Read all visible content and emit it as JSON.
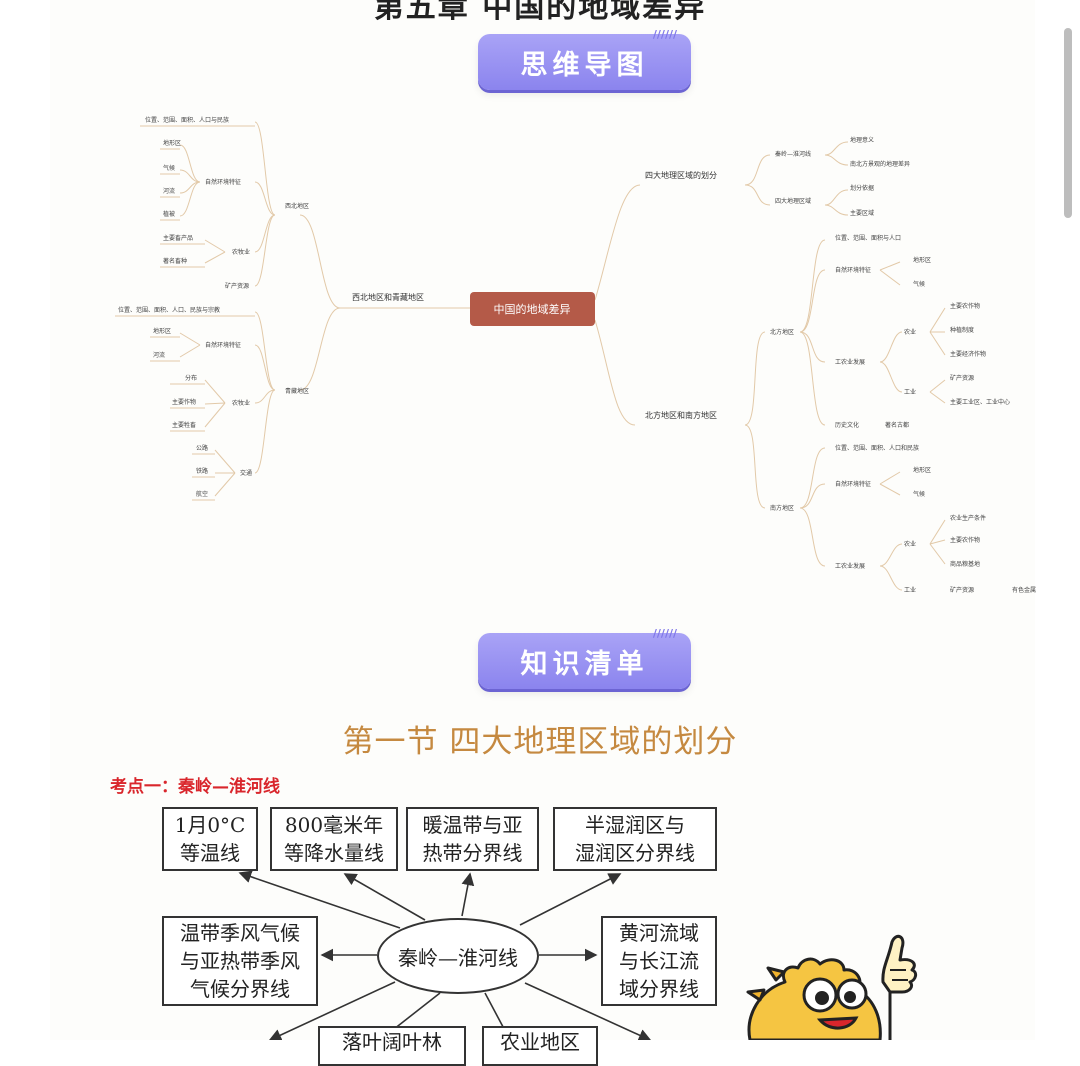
{
  "header": {
    "chapter_title": "第五章 中国的地域差异"
  },
  "badges": {
    "mindmap": "思维导图",
    "checklist": "知识清单",
    "deco": "//////"
  },
  "mindmap": {
    "center": "中国的地域差异",
    "left": {
      "branch": "西北地区和青藏地区",
      "groups": [
        {
          "label": "西北地区",
          "top": "位置、范围、面积、人口与民族",
          "subgroups": [
            {
              "label": "自然环境特征",
              "items": [
                "地形区",
                "气候",
                "河流",
                "植被"
              ]
            },
            {
              "label": "农牧业",
              "items": [
                "主要畜产品",
                "著名畜种"
              ]
            },
            {
              "label": "矿产资源",
              "items": []
            }
          ]
        },
        {
          "label": "青藏地区",
          "top": "位置、范围、面积、人口、民族与宗教",
          "subgroups": [
            {
              "label": "自然环境特征",
              "items": [
                "地形区",
                "河流"
              ]
            },
            {
              "label": "农牧业",
              "items": [
                "分布",
                "主要作物",
                "主要牲畜"
              ]
            },
            {
              "label": "交通",
              "items": [
                "公路",
                "铁路",
                "航空"
              ]
            }
          ]
        }
      ]
    },
    "right": {
      "branches": [
        {
          "label": "四大地理区域的划分",
          "groups": [
            {
              "label": "秦岭—淮河线",
              "items": [
                "地理意义",
                "南北方景观的地理差异"
              ]
            },
            {
              "label": "四大地理区域",
              "items": [
                "划分依据",
                "主要区域"
              ]
            }
          ]
        },
        {
          "label": "北方地区和南方地区",
          "groups": [
            {
              "label": "北方地区",
              "top": "位置、范围、面积与人口",
              "subgroups": [
                {
                  "label": "自然环境特征",
                  "items": [
                    "地形区",
                    "气候"
                  ]
                },
                {
                  "label": "工农业发展",
                  "items": [
                    "农业",
                    "主要农作物",
                    "种植制度",
                    "主要经济作物",
                    "工业",
                    "矿产资源",
                    "主要工业区、工业中心"
                  ]
                },
                {
                  "label": "历史文化",
                  "items": [
                    "著名古都"
                  ]
                }
              ]
            },
            {
              "label": "南方地区",
              "top": "位置、范围、面积、人口和民族",
              "subgroups": [
                {
                  "label": "自然环境特征",
                  "items": [
                    "地形区",
                    "气候"
                  ]
                },
                {
                  "label": "工农业发展",
                  "items": [
                    "农业",
                    "农业生产条件",
                    "主要农作物",
                    "商品粮基地",
                    "工业",
                    "矿产资源",
                    "有色金属"
                  ]
                }
              ]
            }
          ]
        }
      ]
    }
  },
  "section": {
    "title": "第一节  四大地理区域的划分",
    "point_title": "考点一：秦岭—淮河线"
  },
  "diagram": {
    "center": "秦岭—淮河线",
    "boxes": {
      "b1": [
        "1月0°C",
        "等温线"
      ],
      "b2": [
        "800毫米年",
        "等降水量线"
      ],
      "b3": [
        "暖温带与亚",
        "热带分界线"
      ],
      "b4": [
        "半湿润区与",
        "湿润区分界线"
      ],
      "b5": [
        "温带季风气候",
        "与亚热带季风",
        "气候分界线"
      ],
      "b6": [
        "黄河流域",
        "与长江流",
        "域分界线"
      ],
      "b7": [
        "落叶阔叶林"
      ],
      "b8": [
        "农业地区"
      ]
    }
  }
}
